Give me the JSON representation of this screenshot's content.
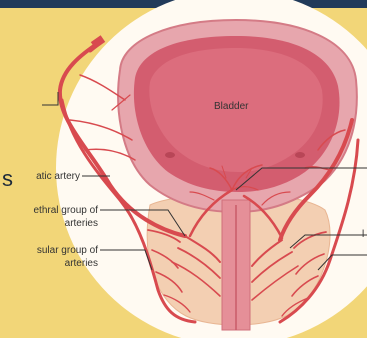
{
  "labels": {
    "bladder": "Bladder",
    "prostatic_artery": "atic artery",
    "urethral_group_line1": "ethral group of",
    "urethral_group_line2": "arteries",
    "capsular_group_line1": "sular group of",
    "capsular_group_line2": "arteries",
    "edge_s": "s",
    "edge_i": "l"
  },
  "colors": {
    "background": "#f2d678",
    "circle": "#fffaf2",
    "bladder_wall": "#e7a6ad",
    "bladder_inner": "#d35d6f",
    "artery": "#d84a4f",
    "prostate": "#f3cfb2",
    "topbar": "#213a5a"
  }
}
